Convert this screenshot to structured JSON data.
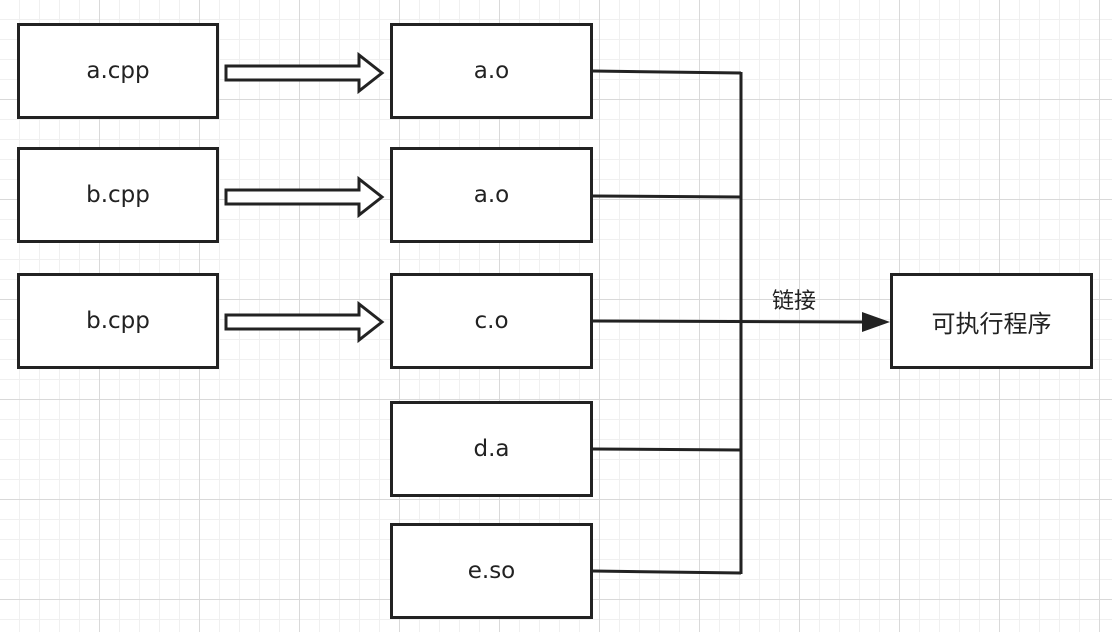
{
  "sources": [
    "a.cpp",
    "b.cpp",
    "b.cpp"
  ],
  "objects": [
    "a.o",
    "a.o",
    "c.o",
    "d.a",
    "e.so"
  ],
  "target": "可执行程序",
  "link_label": "链接",
  "colors": {
    "stroke": "#222222",
    "grid": "#d9d9d9"
  }
}
